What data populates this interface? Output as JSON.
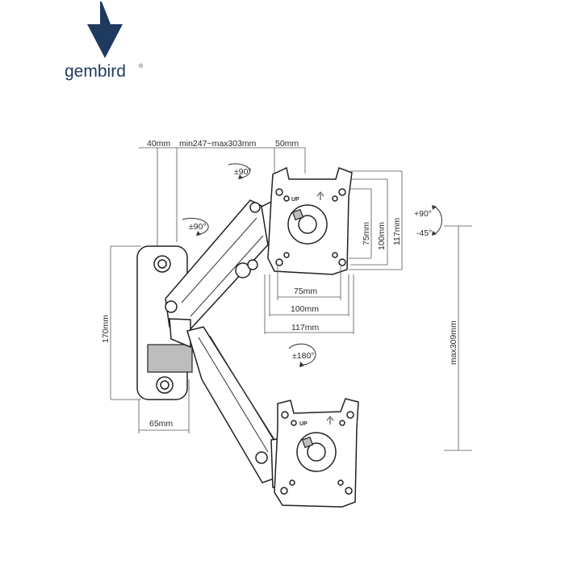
{
  "brand": {
    "name": "gembird",
    "registered_mark": "®",
    "accent_color": "#1f3a5f"
  },
  "dimensions": {
    "top_left": "40mm",
    "top_middle": "min247~max303mm",
    "top_right": "50mm",
    "plate_h_75": "75mm",
    "plate_h_100": "100mm",
    "plate_h_117": "117mm",
    "plate_v_75": "75mm",
    "plate_v_100": "100mm",
    "plate_v_117": "117mm",
    "wall_height": "170mm",
    "wall_depth": "65mm",
    "max_height": "max309mm"
  },
  "rotations": {
    "swivel_top": "±90°",
    "swivel_arm": "±90°",
    "tilt_up": "+90°",
    "tilt_down": "-45°",
    "rotate": "±180°"
  },
  "plate_labels": {
    "upper_up": "UP",
    "lower_up": "UP"
  }
}
